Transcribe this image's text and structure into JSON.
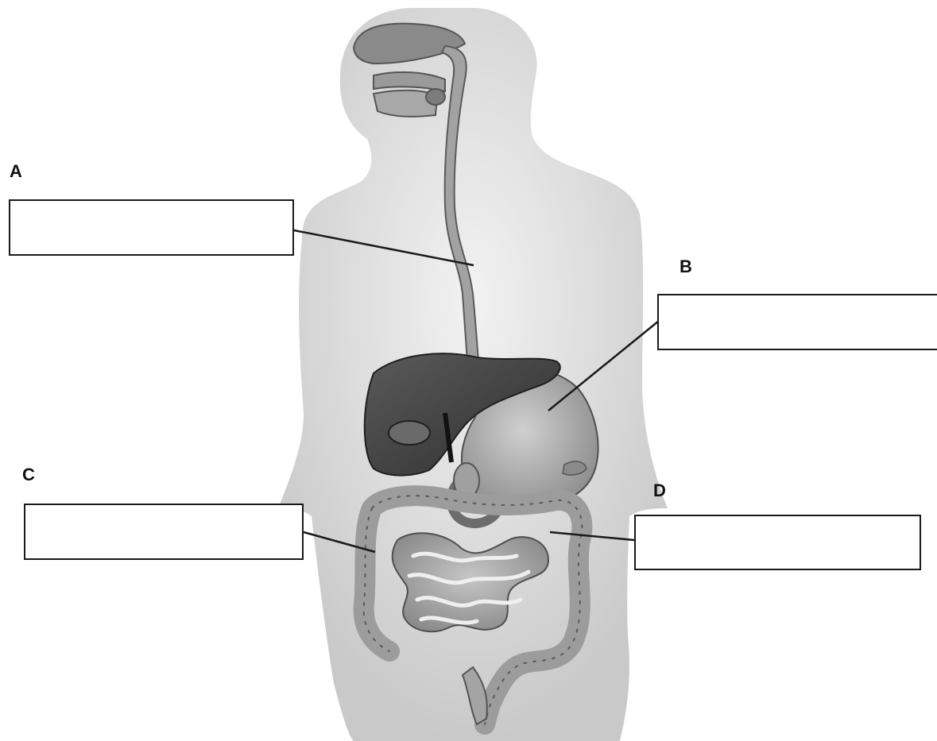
{
  "labels": {
    "a": "A",
    "b": "B",
    "c": "C",
    "d": "D"
  },
  "answer_boxes": {
    "a": "",
    "b": "",
    "c": "",
    "d": ""
  },
  "colors": {
    "body_silhouette": "#d9d9d9",
    "organ_light": "#b8b8b8",
    "organ_mid": "#8e8e8e",
    "organ_dark": "#4a4a4a",
    "liver": "#3c3c3c",
    "leader_line": "#1a1a1a"
  }
}
